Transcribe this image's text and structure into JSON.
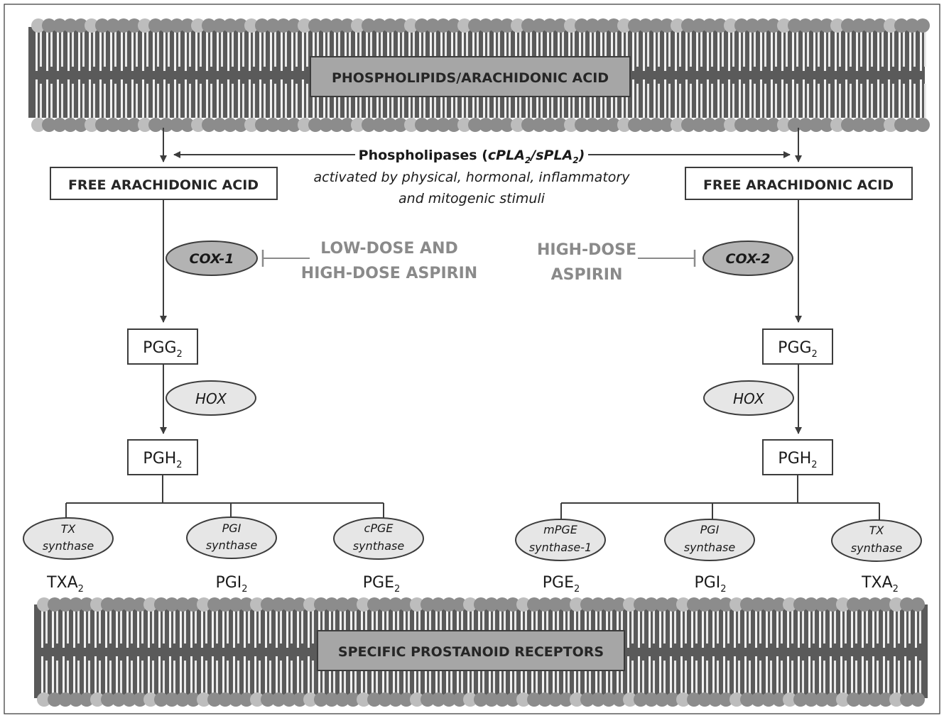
{
  "membrane_top": {
    "label": "PHOSPHOLIPIDS/ARACHIDONIC ACID"
  },
  "membrane_bottom": {
    "label": "SPECIFIC PROSTANOID RECEPTORS"
  },
  "phospholipases": {
    "main": "Phospholipases (",
    "enzyme_a": "cPLA",
    "sub_a": "2",
    "slash": "/",
    "enzyme_b": "sPLA",
    "sub_b": "2",
    "close": ")",
    "line1": "activated by physical, hormonal, inflammatory",
    "line2": "and mitogenic stimuli"
  },
  "left": {
    "free_aa": "FREE ARACHIDONIC ACID",
    "cox": "COX-1",
    "aspirin_line1": "LOW-DOSE AND",
    "aspirin_line2": "HIGH-DOSE ASPIRIN",
    "pgg": {
      "base": "PGG",
      "sub": "2"
    },
    "hox": "HOX",
    "pgh": {
      "base": "PGH",
      "sub": "2"
    },
    "synthases": [
      {
        "line1": "TX",
        "line2": "synthase",
        "product": "TXA",
        "sub": "2"
      },
      {
        "line1": "PGI",
        "line2": "synthase",
        "product": "PGI",
        "sub": "2"
      },
      {
        "line1": "cPGE",
        "line2": "synthase",
        "product": "PGE",
        "sub": "2"
      }
    ]
  },
  "right": {
    "free_aa": "FREE ARACHIDONIC ACID",
    "cox": "COX-2",
    "aspirin_line1": "HIGH-DOSE",
    "aspirin_line2": "ASPIRIN",
    "pgg": {
      "base": "PGG",
      "sub": "2"
    },
    "hox": "HOX",
    "pgh": {
      "base": "PGH",
      "sub": "2"
    },
    "synthases": [
      {
        "line1": "mPGE",
        "line2": "synthase-1",
        "product": "PGE",
        "sub": "2"
      },
      {
        "line1": "PGI",
        "line2": "synthase",
        "product": "PGI",
        "sub": "2"
      },
      {
        "line1": "TX",
        "line2": "synthase",
        "product": "TXA",
        "sub": "2"
      }
    ]
  },
  "colors": {
    "membrane_dark": "#5a5a5a",
    "head_gray": "#8c8c8c",
    "label_box": "#a6a6a6",
    "cox_fill": "#b3b3b3",
    "oval_fill": "#e6e6e6",
    "aspirin_text": "#8a8a8a",
    "line": "#3c3c3c"
  }
}
